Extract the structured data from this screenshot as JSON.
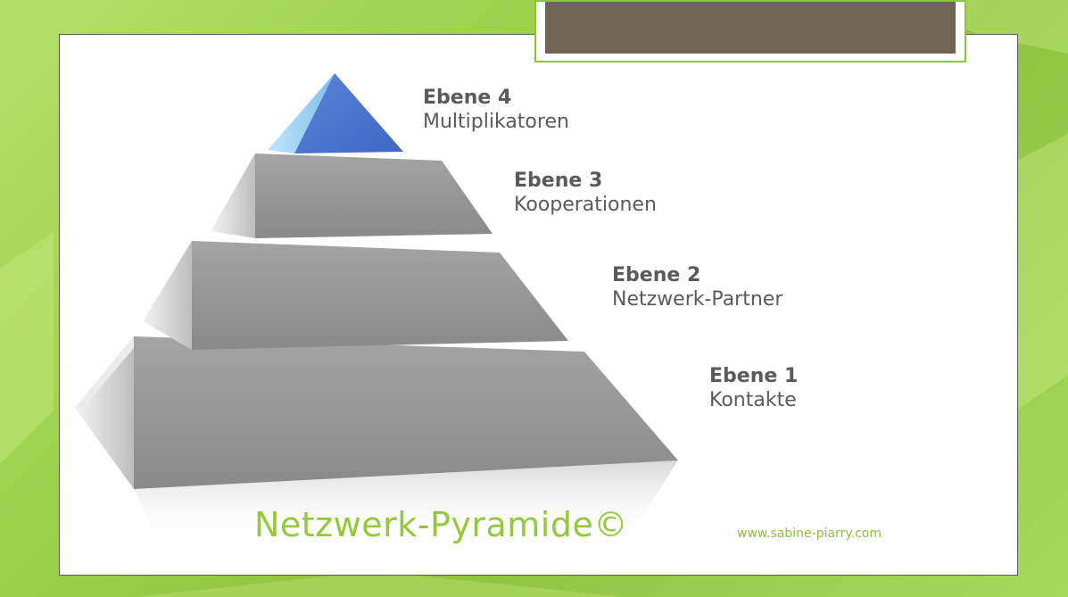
{
  "diagram": {
    "levels": [
      {
        "title": "Ebene 4",
        "name": "Multiplikatoren"
      },
      {
        "title": "Ebene 3",
        "name": "Kooperationen"
      },
      {
        "title": "Ebene 2",
        "name": "Netzwerk-Partner"
      },
      {
        "title": "Ebene 1",
        "name": "Kontakte"
      }
    ],
    "brand_title": "Netzwerk-Pyramide©",
    "website": "www.sabine-piarry.com"
  },
  "colors": {
    "background": "#9ccf4c",
    "title_box": "#6f6556",
    "pyramid_gray": "#8e8e8e",
    "apex_blue": "#4d8fd6",
    "label_text": "#5a5a5a",
    "brand_green": "#95c93d"
  }
}
